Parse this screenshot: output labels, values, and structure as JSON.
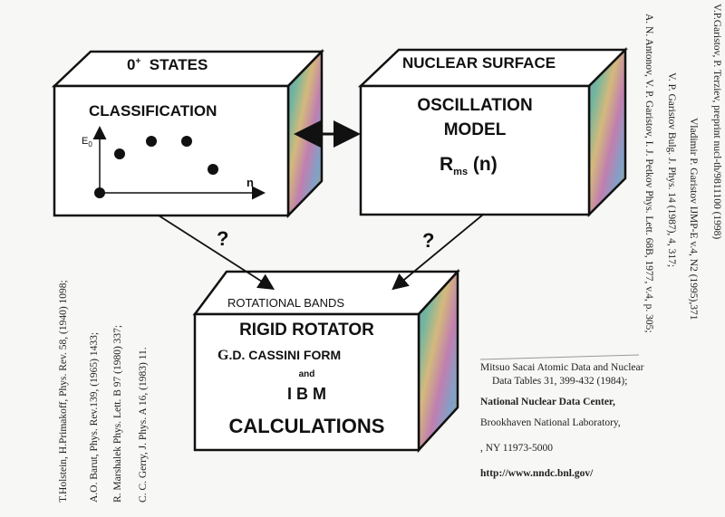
{
  "boxes": {
    "states": {
      "top_label": "0",
      "top_label_sup": "+",
      "top_label_rest": "STATES",
      "face_title": "CLASSIFICATION",
      "axis_y_label": "E",
      "axis_y_sub": "0",
      "axis_x_label": "n"
    },
    "surface": {
      "top_label": "NUCLEAR SURFACE",
      "line1": "OSCILLATION",
      "line2": "MODEL",
      "formula_main": "R",
      "formula_sub": "ms",
      "formula_arg": "(n)"
    },
    "bands": {
      "top_label": "ROTATIONAL  BANDS",
      "line1": "RIGID ROTATOR",
      "line2_prefix": "G",
      "line2_rest": ".D. CASSINI FORM",
      "line3": "and",
      "line4": "I B M",
      "line5": "CALCULATIONS"
    }
  },
  "question_marks": [
    "?",
    "?"
  ],
  "refs_left": [
    "T.Holstein, H.Primakoff, Phys. Rev. 58, (1940) 1098;",
    "A.O. Barut, Phys. Rev.139, (1965) 1433;",
    "R. Marshalek Phys. Lett. B 97 (1980) 337;",
    "C. C. Gerry, J. Phys. A 16, (1983) 11."
  ],
  "refs_right": [
    "A. N. Antonov, V. P. Garistov, I. J. Petkov Phys. Lett. 68B, 1977, v.4, p. 305;",
    "V. P. Garistov  Bulg. J. Phys. 14 (1987), 4, 317;",
    "Vladimir P. Garistov IJMP-E v.4, N2  (1995),371",
    "V.P.Garistov, P. Terziev, preprint nucl-th/9811100 (1998)"
  ],
  "refs_bottom": [
    "Mitsuo Sacai Atomic Data and Nuclear",
    "Data Tables 31, 399-432 (1984);",
    "National Nuclear Data Center,",
    "Brookhaven National Laboratory,",
    ", NY 11973-5000",
    "http://www.nndc.bnl.gov/"
  ],
  "colors": {
    "background": "#f7f7f5",
    "box_face": "#ffffff",
    "stroke": "#111111"
  }
}
